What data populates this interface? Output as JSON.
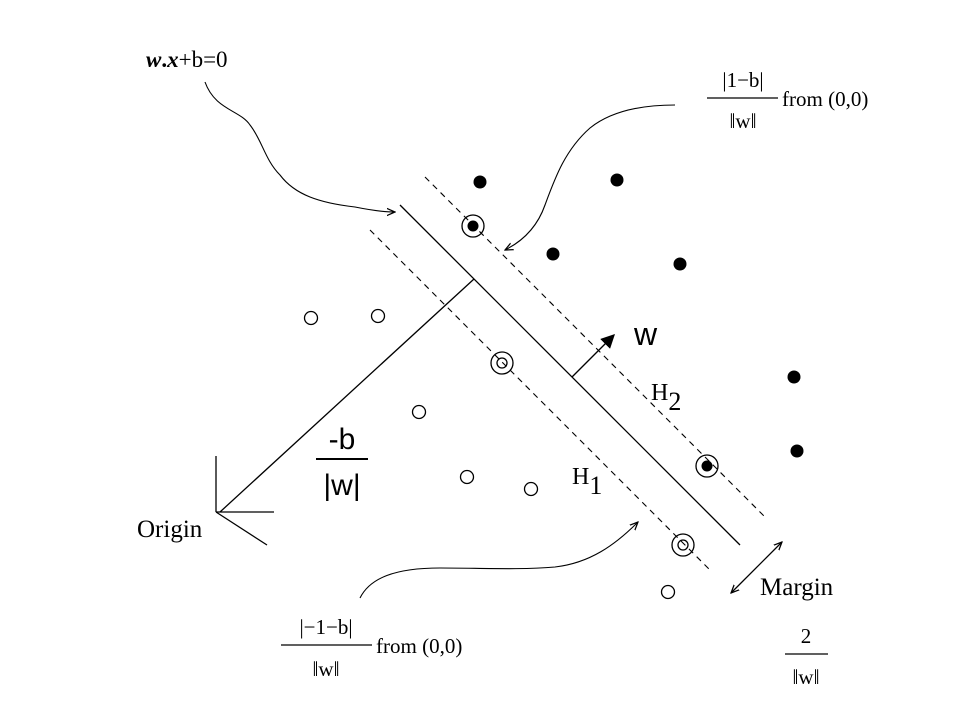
{
  "hyperplane_label": {
    "w": "w",
    "dot": ".",
    "x": "x",
    "rest": "+b=0"
  },
  "distance_upper": {
    "numerator": "|1−b|",
    "denominator": "‖w‖",
    "suffix": "from (0,0)"
  },
  "distance_lower": {
    "numerator": "|−1−b|",
    "denominator": "‖w‖",
    "suffix": "from (0,0)"
  },
  "normal_label": "w",
  "h2_label": {
    "main": "H",
    "sub": "2"
  },
  "h1_label": {
    "main": "H",
    "sub": "1"
  },
  "offset_label": {
    "numerator": "-b",
    "denominator": "|w|"
  },
  "origin_label": "Origin",
  "margin_label": "Margin",
  "margin_value": {
    "numerator": "2",
    "denominator": "‖w‖"
  }
}
